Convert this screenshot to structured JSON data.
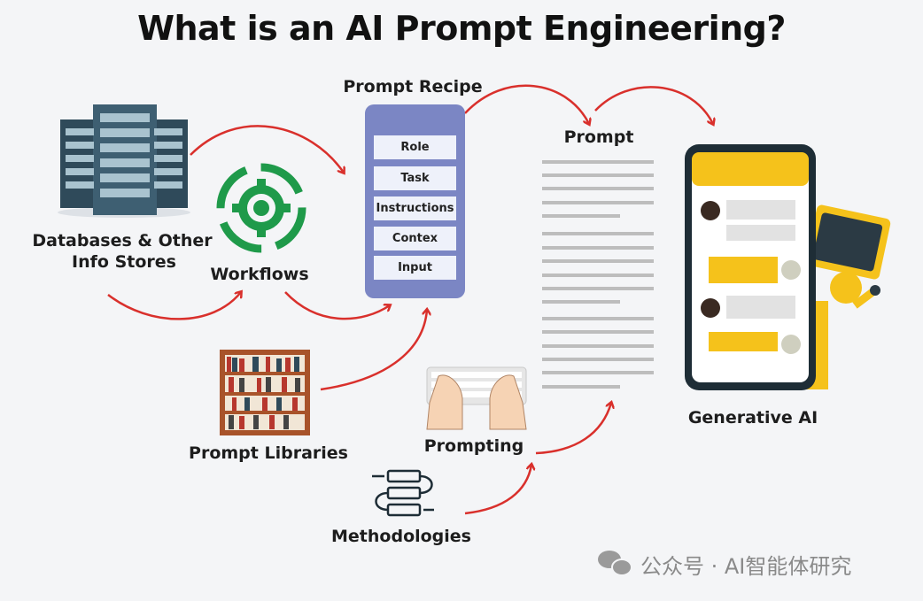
{
  "title": "What is an AI Prompt Engineering?",
  "nodes": {
    "databases": "Databases & Other",
    "databases_line2": "Info Stores",
    "workflows": "Workflows",
    "prompt_recipe": "Prompt Recipe",
    "prompt": "Prompt",
    "generative_ai": "Generative AI",
    "prompt_libraries": "Prompt Libraries",
    "prompting": "Prompting",
    "methodologies": "Methodologies"
  },
  "recipe_items": [
    "Role",
    "Task",
    "Instructions",
    "Contex",
    "Input"
  ],
  "watermark": "公众号 · AI智能体研究",
  "colors": {
    "arrow": "#d9302c",
    "recipe": "#7b86c4",
    "gear": "#1f9a4a",
    "phone_accent": "#f5c21b",
    "phone_frame": "#1e2d36"
  }
}
